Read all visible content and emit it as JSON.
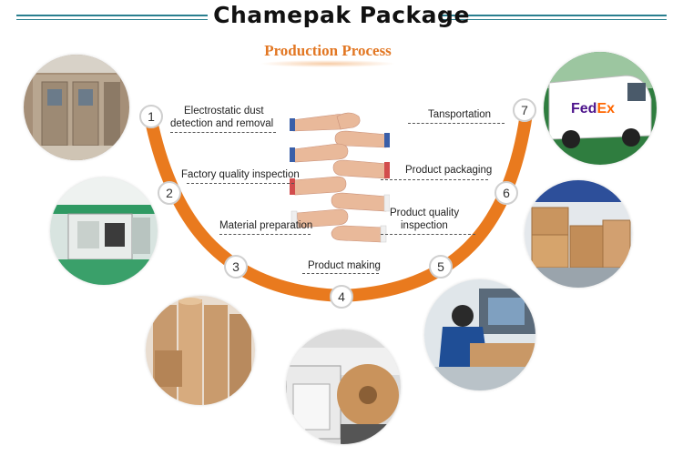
{
  "header": {
    "title": "Chamepak Package",
    "subtitle": "Production Process"
  },
  "colors": {
    "accent_orange": "#e97a1e",
    "title_rule": "#2a7f8f"
  },
  "steps": [
    {
      "number": "1",
      "label_line1": "Electrostatic dust",
      "label_line2": "detection and removal"
    },
    {
      "number": "2",
      "label_line1": "Factory quality inspection"
    },
    {
      "number": "3",
      "label_line1": "Material preparation"
    },
    {
      "number": "4",
      "label_line1": "Product making"
    },
    {
      "number": "5",
      "label_line1": "Product quality",
      "label_line2": "inspection"
    },
    {
      "number": "6",
      "label_line1": "Product packaging"
    },
    {
      "number": "7",
      "label_line1": "Tansportation"
    }
  ],
  "van": {
    "logo_fed": "Fed",
    "logo_ex": "Ex"
  }
}
